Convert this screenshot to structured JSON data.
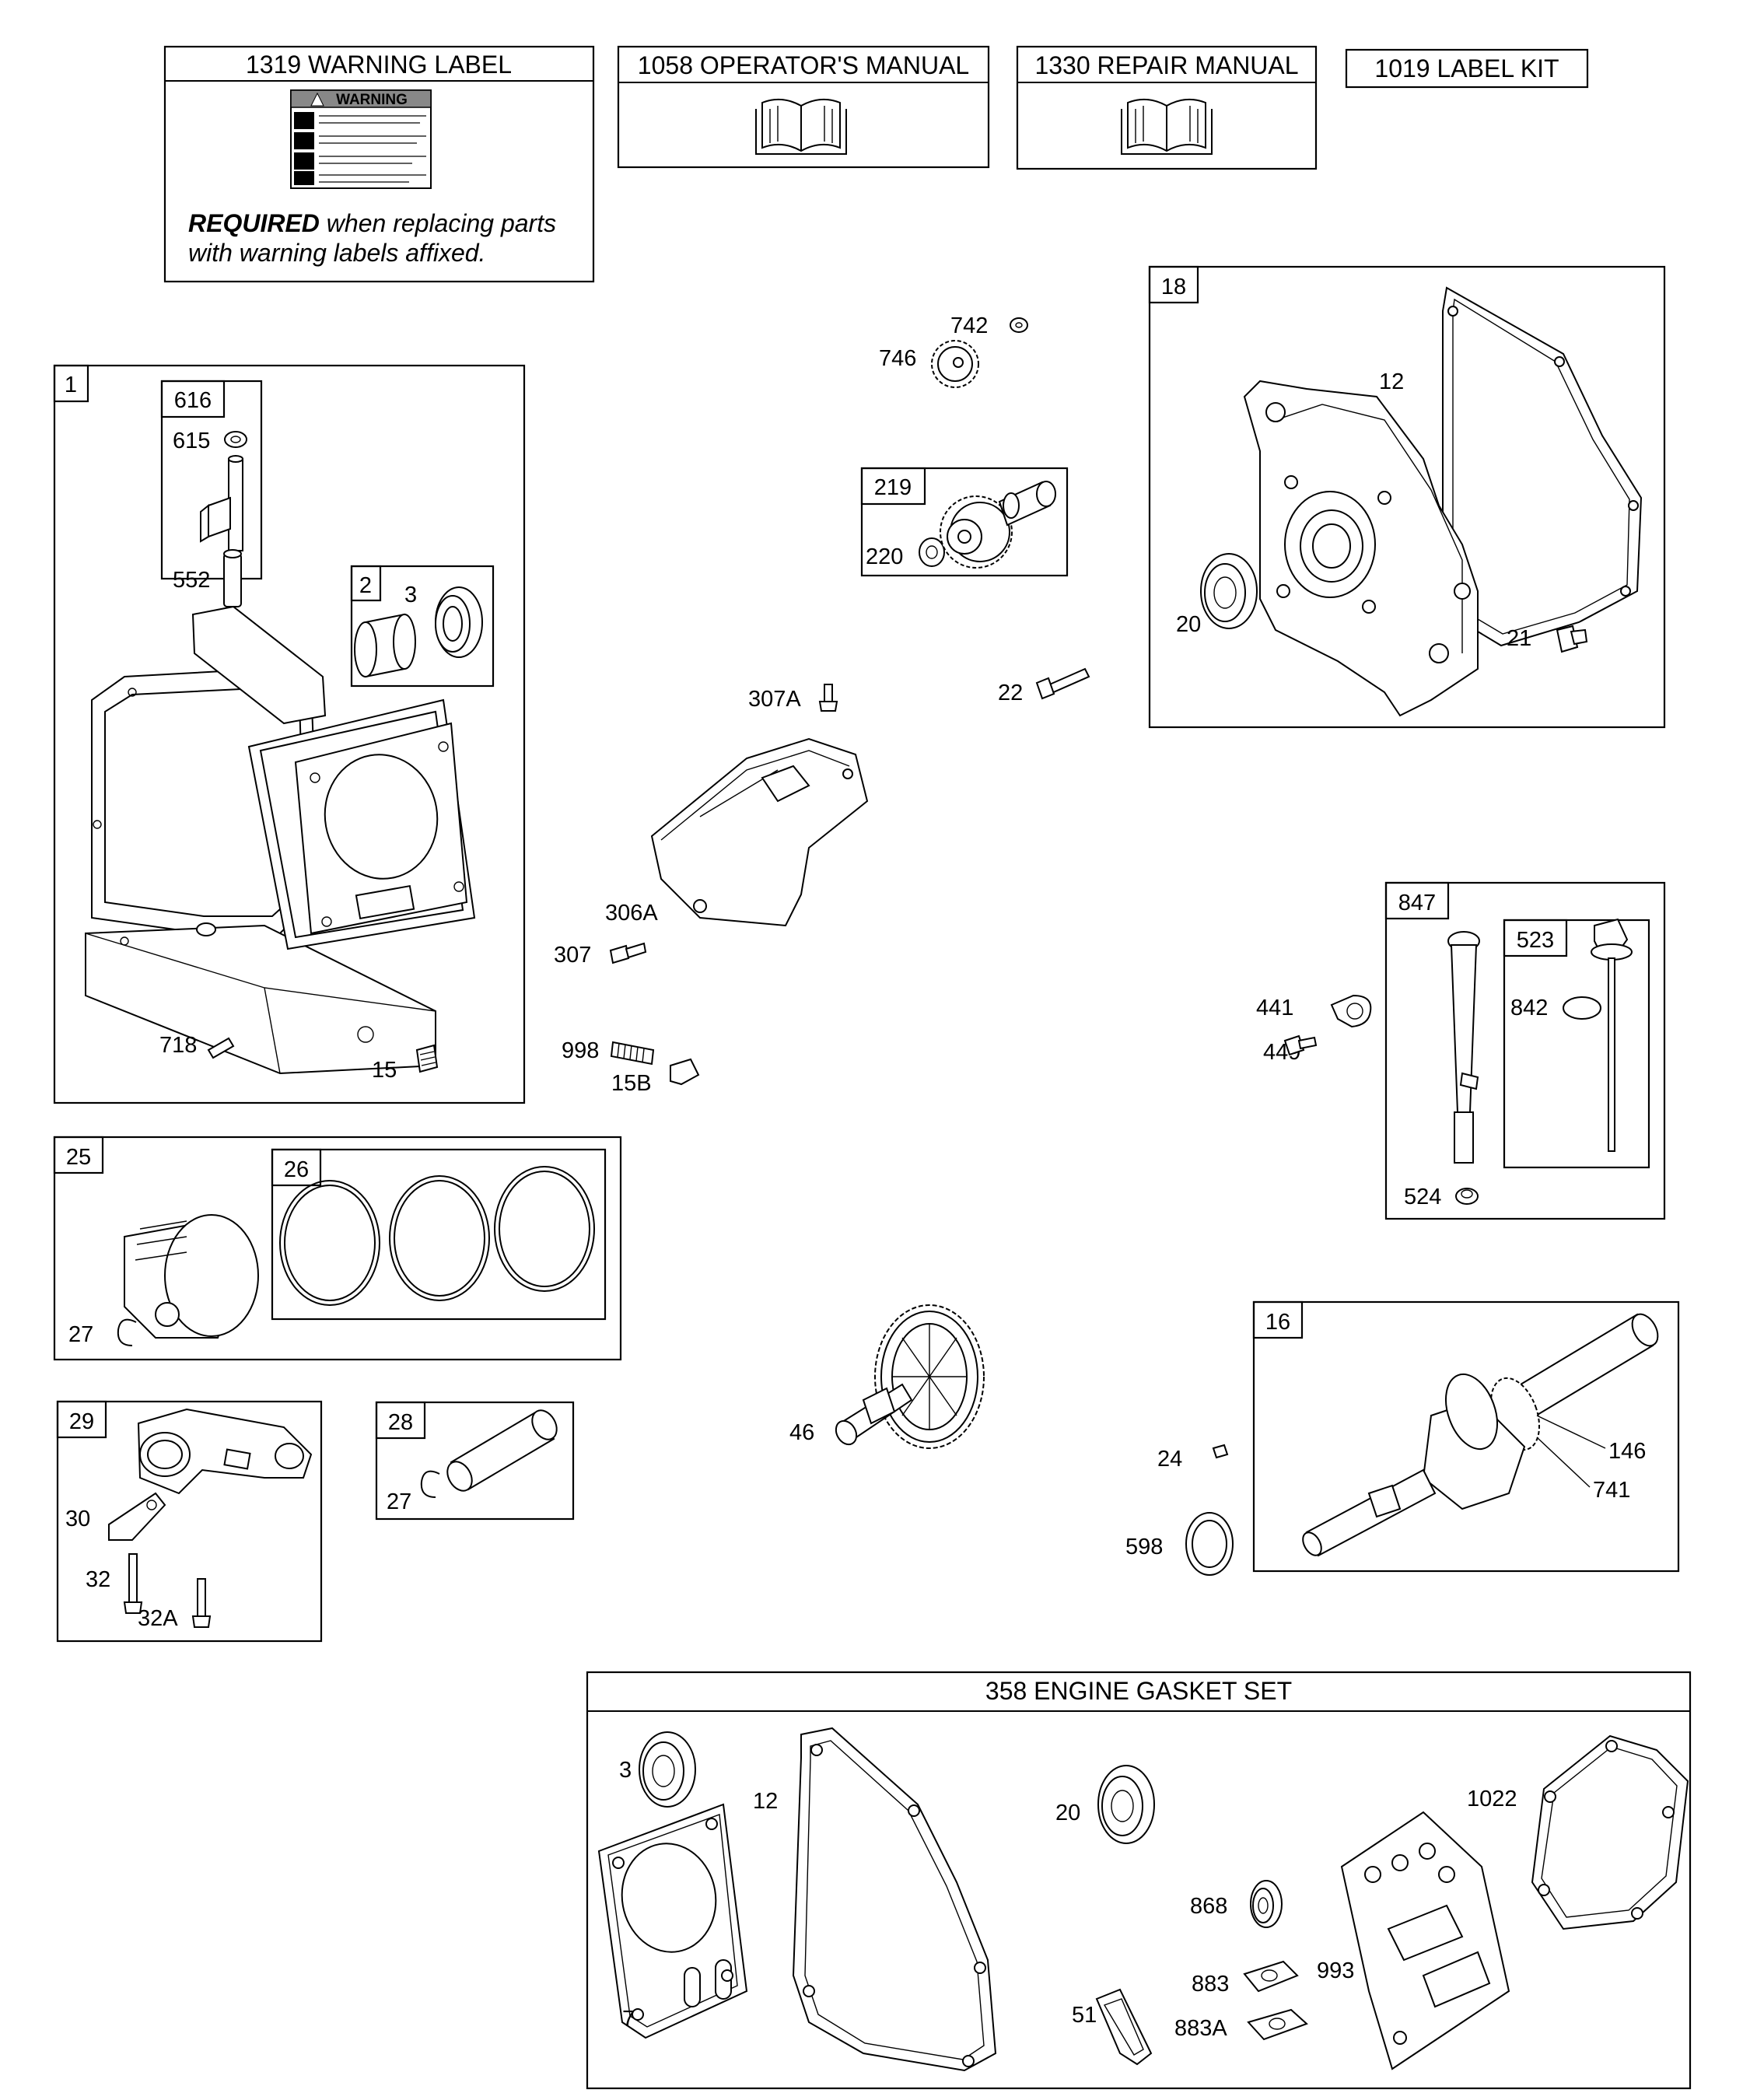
{
  "boxes": {
    "warning": {
      "title": "1319 WARNING LABEL",
      "note_bold": "REQUIRED",
      "note_rest": " when replacing parts",
      "note_line2": "with warning labels affixed.",
      "label_head": "WARNING"
    },
    "operator_manual": {
      "title": "1058 OPERATOR'S MANUAL"
    },
    "repair_manual": {
      "title": "1330 REPAIR MANUAL"
    },
    "label_kit": {
      "title": "1019 LABEL KIT"
    },
    "gasket_set": {
      "title": "358 ENGINE GASKET SET"
    }
  },
  "group_tags": {
    "g1": "1",
    "g616": "616",
    "g2": "2",
    "g18": "18",
    "g219": "219",
    "g847": "847",
    "g523": "523",
    "g25": "25",
    "g26": "26",
    "g29": "29",
    "g28": "28",
    "g16": "16"
  },
  "callouts": {
    "c615": "615",
    "c552": "552",
    "c3": "3",
    "c718": "718",
    "c15": "15",
    "c742": "742",
    "c746": "746",
    "c220": "220",
    "c22": "22",
    "c307A": "307A",
    "c306A": "306A",
    "c307": "307",
    "c998": "998",
    "c15B": "15B",
    "c12": "12",
    "c20": "20",
    "c21": "21",
    "c441": "441",
    "c449": "449",
    "c842": "842",
    "c524": "524",
    "c27a": "27",
    "c30": "30",
    "c32": "32",
    "c32A": "32A",
    "c27b": "27",
    "c46": "46",
    "c24": "24",
    "c598": "598",
    "c146": "146",
    "c741": "741",
    "g3": "3",
    "g12": "12",
    "g20": "20",
    "g1022": "1022",
    "g868": "868",
    "g883": "883",
    "g883A": "883A",
    "g993": "993",
    "g51": "51",
    "g7": "7"
  }
}
